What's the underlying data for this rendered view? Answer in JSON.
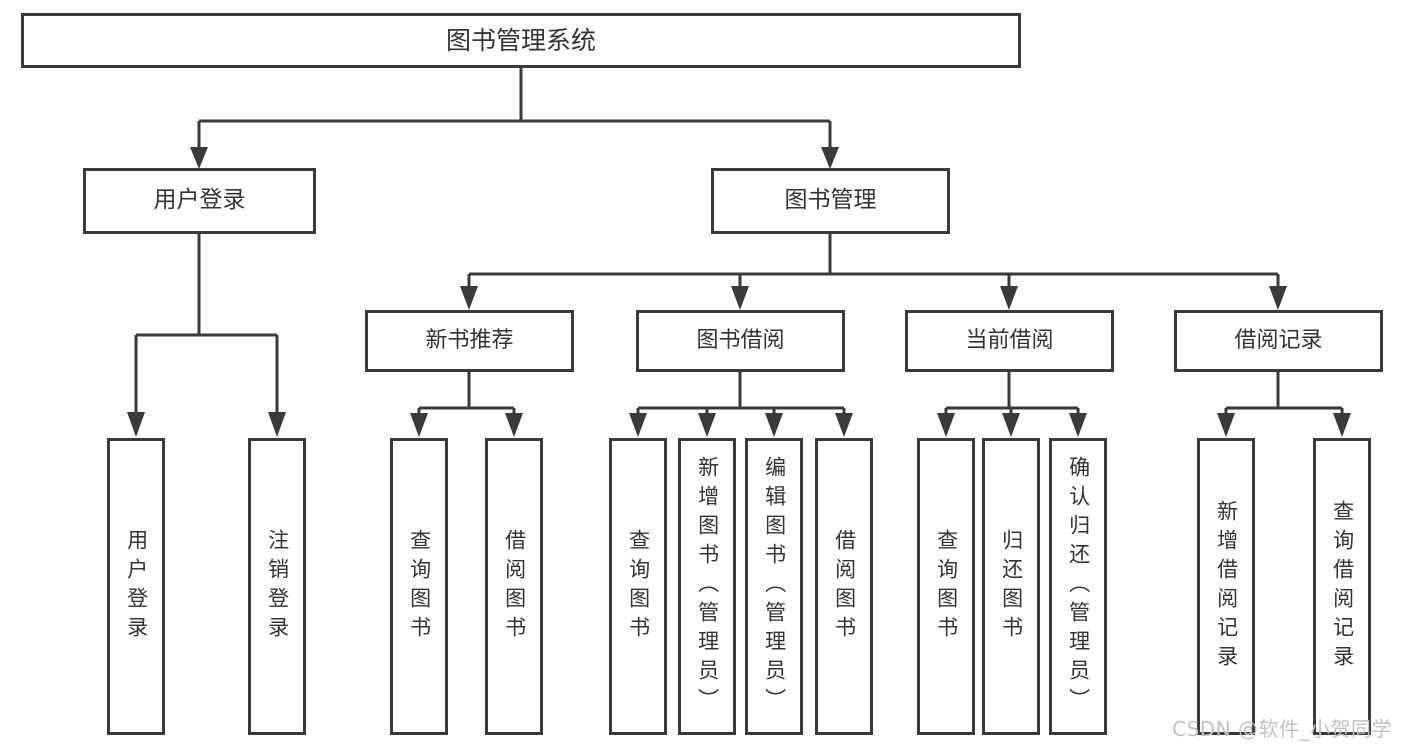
{
  "tree": {
    "root": "图书管理系统",
    "children": [
      {
        "label": "用户登录",
        "children": [
          {
            "label": "用户登录"
          },
          {
            "label": "注销登录"
          }
        ]
      },
      {
        "label": "图书管理",
        "children": [
          {
            "label": "新书推荐",
            "children": [
              {
                "label": "查询图书"
              },
              {
                "label": "借阅图书"
              }
            ]
          },
          {
            "label": "图书借阅",
            "children": [
              {
                "label": "查询图书"
              },
              {
                "label": "新增图书（管理员）"
              },
              {
                "label": "编辑图书（管理员）"
              },
              {
                "label": "借阅图书"
              }
            ]
          },
          {
            "label": "当前借阅",
            "children": [
              {
                "label": "查询图书"
              },
              {
                "label": "归还图书"
              },
              {
                "label": "确认归还（管理员）"
              }
            ]
          },
          {
            "label": "借阅记录",
            "children": [
              {
                "label": "新增借阅记录"
              },
              {
                "label": "查询借阅记录"
              }
            ]
          }
        ]
      }
    ]
  },
  "watermark": "CSDN @软件_小贺同学",
  "colors": {
    "line": "#3a3a3a",
    "text": "#333333",
    "fill": "#ffffff",
    "watermark": "#c2c2c2",
    "bg": "#ffffff"
  }
}
